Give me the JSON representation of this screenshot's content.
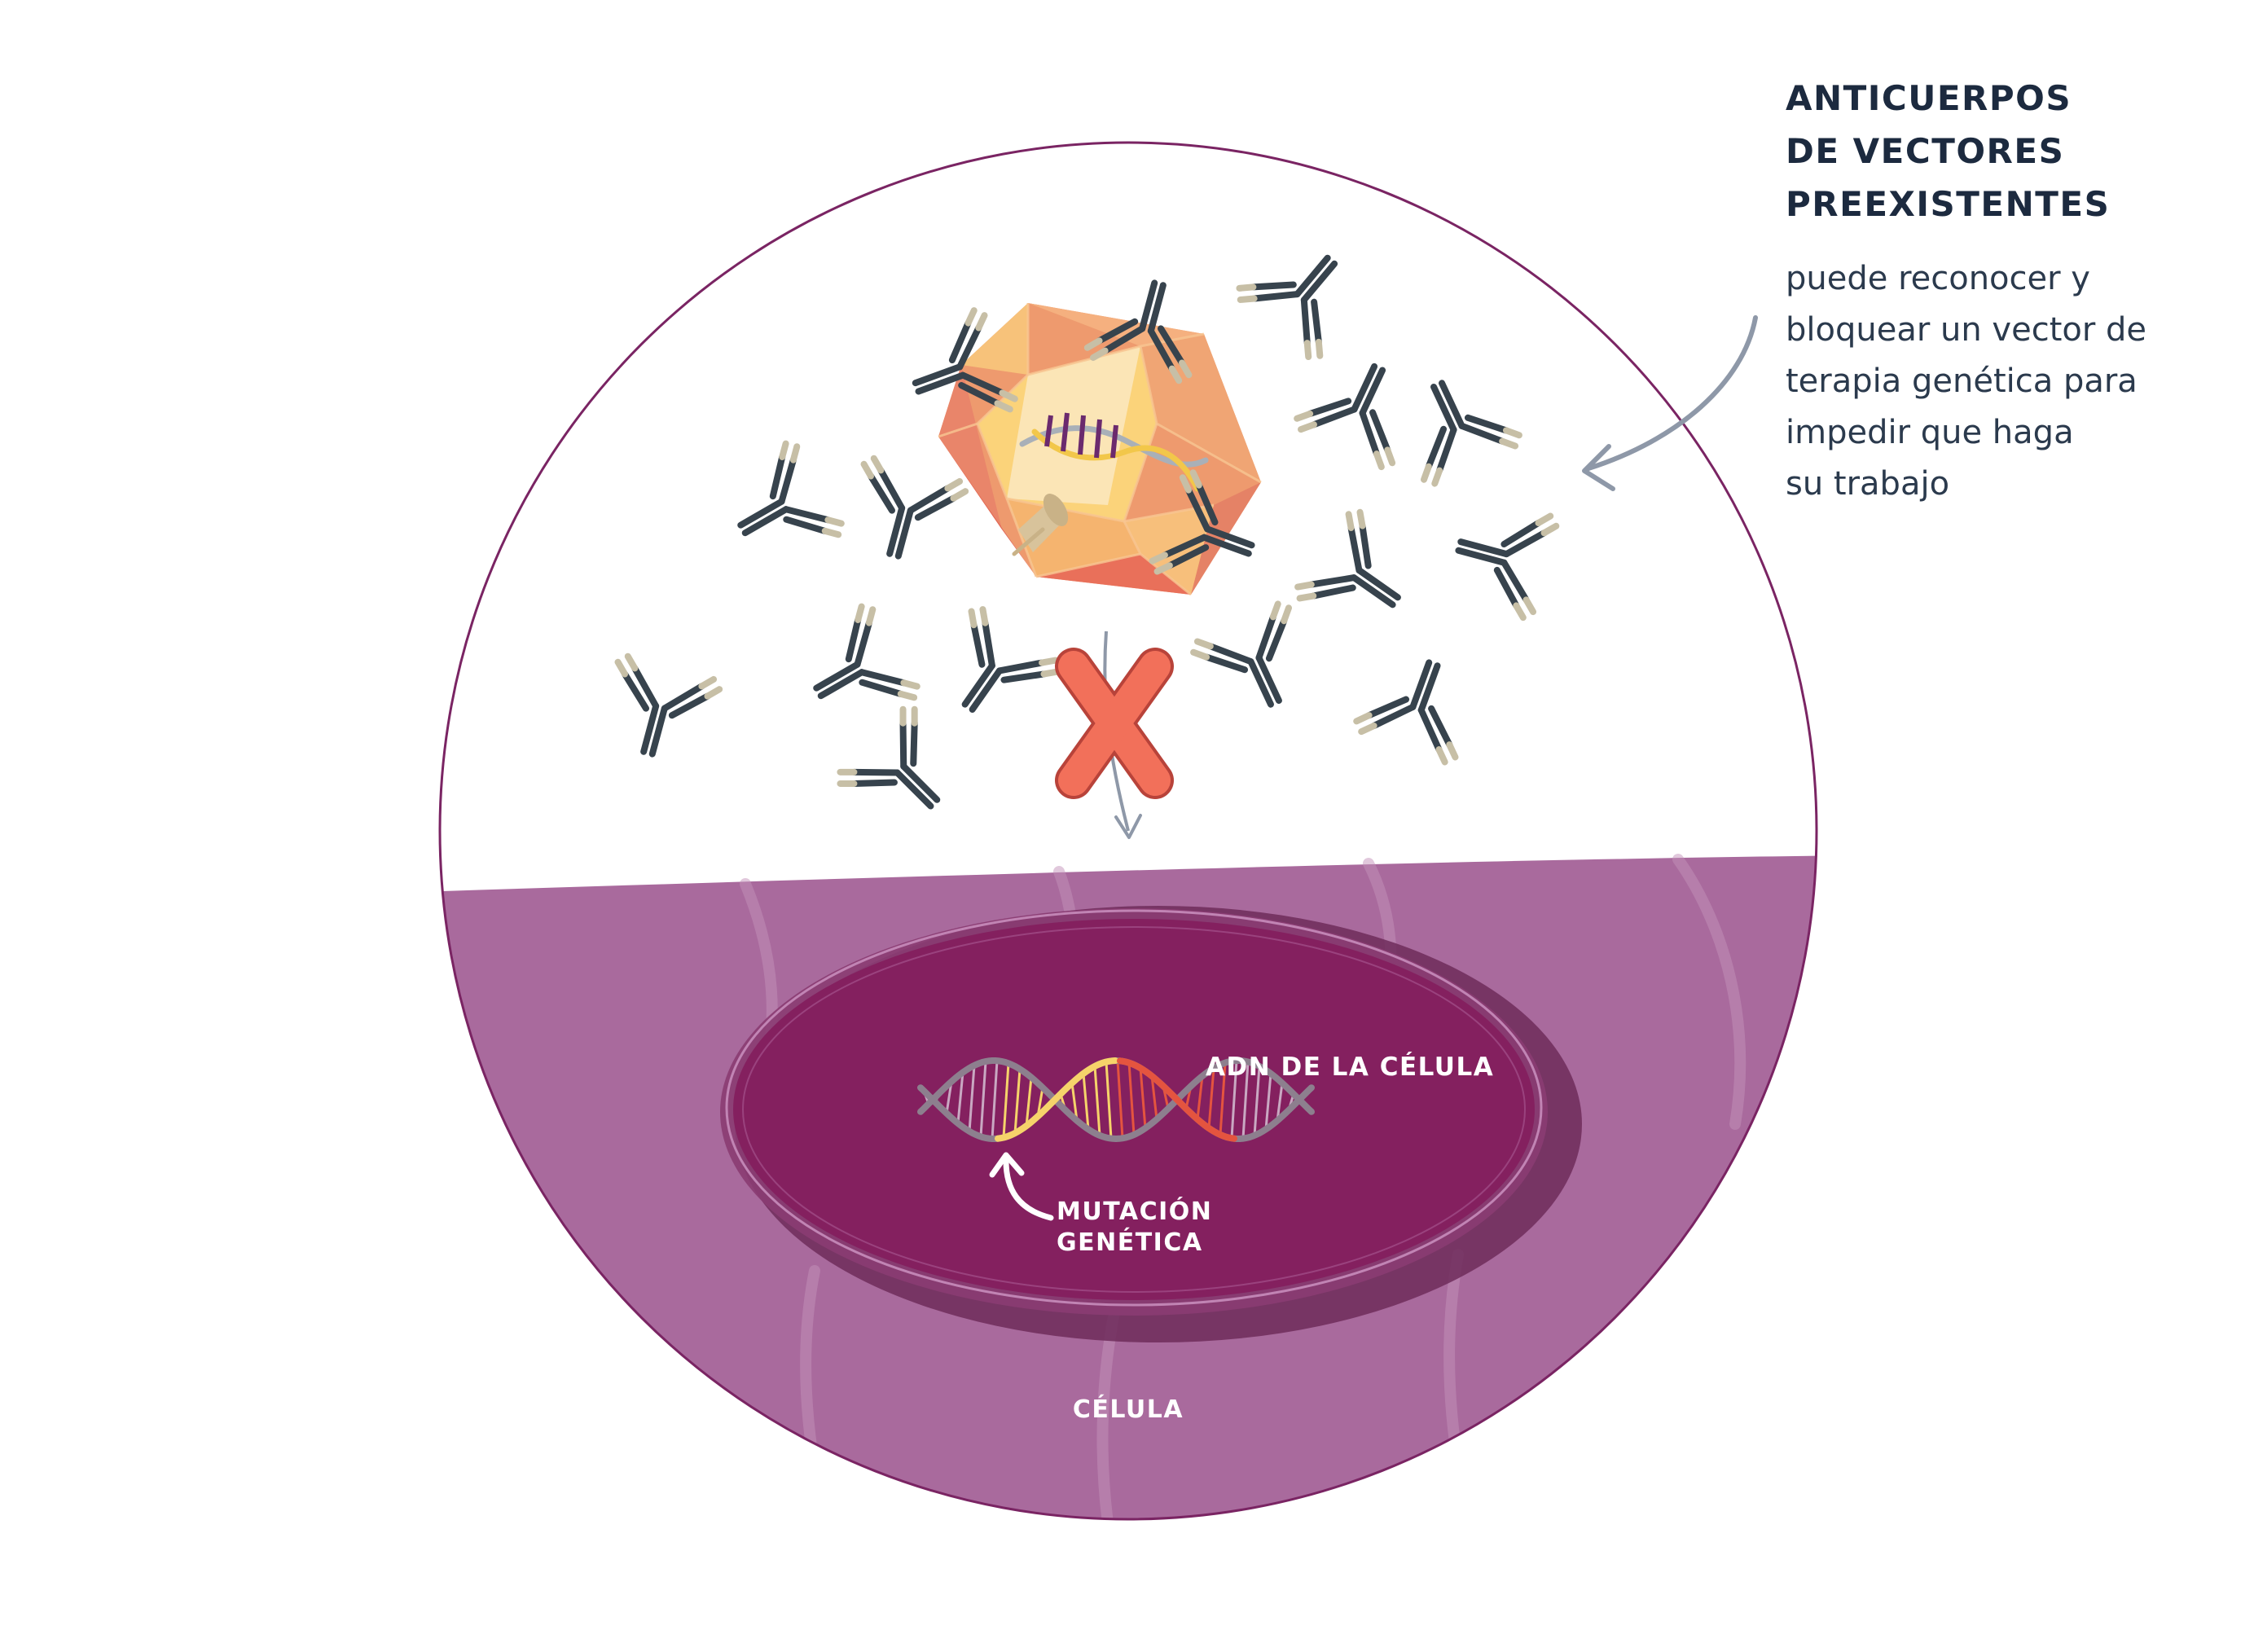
{
  "callout": {
    "title_lines": [
      "ANTICUERPOS",
      "DE VECTORES",
      "PREEXISTENTES"
    ],
    "body_lines": [
      "puede reconocer y",
      "bloquear un vector de",
      "terapia genética para",
      "impedir que haga",
      "su trabajo"
    ]
  },
  "labels": {
    "cell_dna": "ADN DE LA CÉLULA",
    "mutation_line1": "MUTACIÓN",
    "mutation_line2": "GENÉTICA",
    "cell": "CÉLULA"
  },
  "icons": {
    "vector": "viral-vector-icosahedron-icon",
    "antibody": "antibody-icon",
    "block": "block-x-icon",
    "dna": "dna-helix-icon"
  },
  "colors": {
    "cell_fill": "#a96a9d",
    "nucleus_fill": "#84205f",
    "circle_outline": "#7a2463",
    "antibody_dark": "#37434d",
    "antibody_tip": "#c7bfa6",
    "block_x": "#f2705a",
    "callout_text": "#1c2a3f",
    "arrow": "#8e98a8"
  }
}
